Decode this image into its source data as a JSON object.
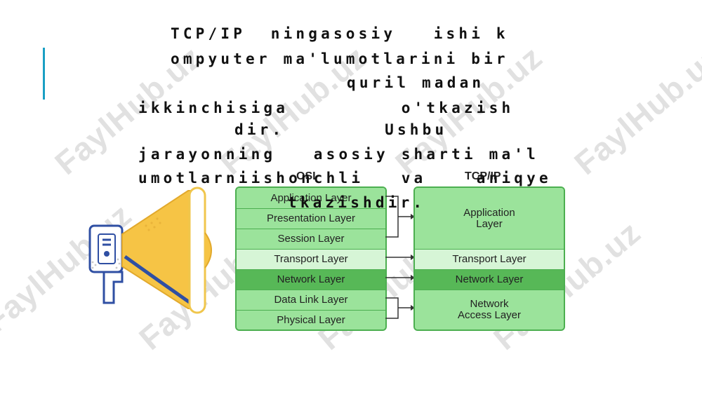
{
  "paragraph_lines": [
    "TCP/IP  ningasosiy   ishi k",
    "ompyuter ma'lumotlarini bir",
    "quril madan",
    "ikkinchisiga         o'tkazish",
    "dir.        Ushbu",
    "jarayonning   asosiy sharti ma'l",
    "umotlarniishonchli   va    aniqye",
    "tkazishdir."
  ],
  "diagram": {
    "osi_title": "OSI",
    "tcpip_title": "TCP/IP",
    "osi_layers": [
      "Application Layer",
      "Presentation Layer",
      "Session Layer",
      "Transport Layer",
      "Network Layer",
      "Data Link Layer",
      "Physical Layer"
    ],
    "tcpip_layers": [
      "Application Layer",
      "Transport Layer",
      "Network Layer",
      "Network Access Layer"
    ],
    "colors": {
      "light_green": "#9be39b",
      "pale_green": "#d6f5d6",
      "dark_green": "#57b857",
      "border_green": "#4caf50"
    }
  },
  "watermark": "FaylHub.uz",
  "colors": {
    "accent": "#1a9fc4",
    "megaphone_yellow": "#f6c445",
    "megaphone_blue": "#2f4fa3"
  }
}
